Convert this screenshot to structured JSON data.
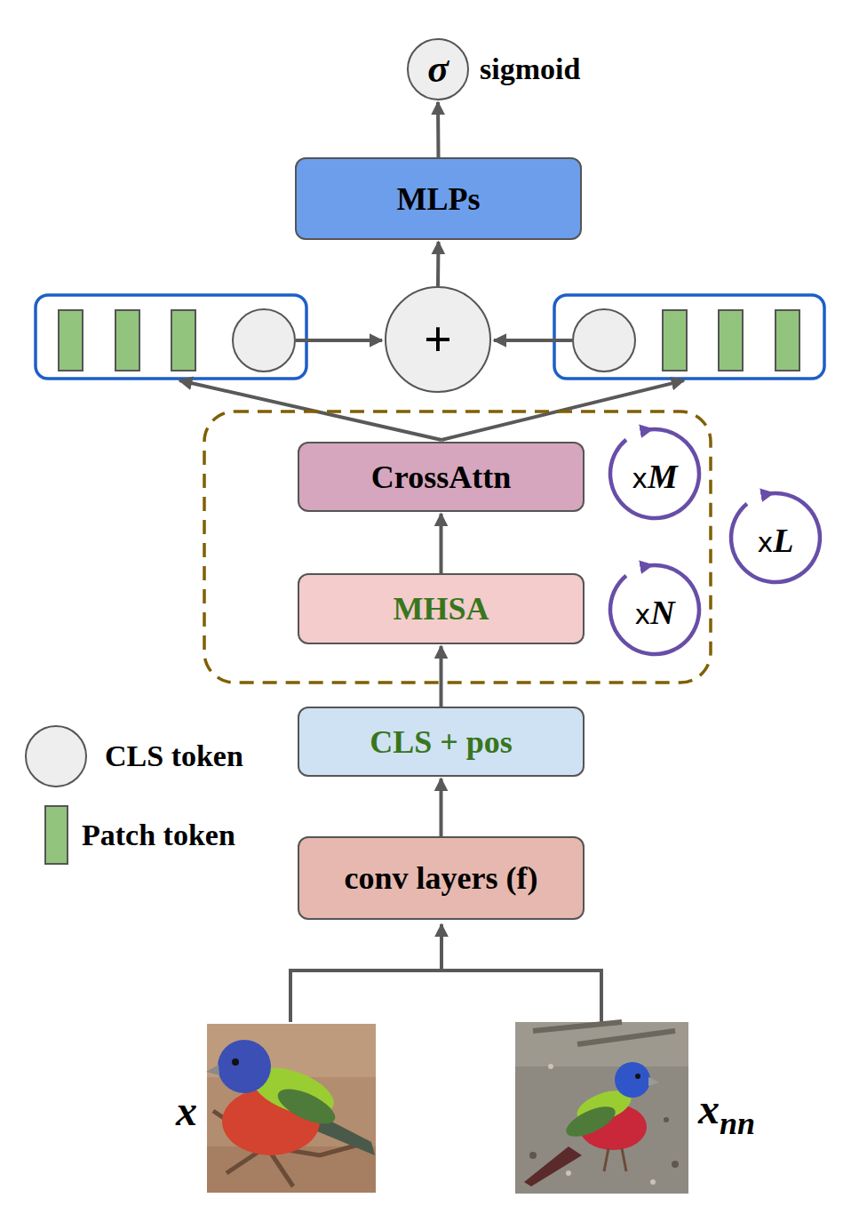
{
  "diagram": {
    "nodes": [
      {
        "text": [
          "σ",
          "sigmoid"
        ]
      },
      {
        "text": [
          "MLPs"
        ]
      },
      {
        "text": [
          "+"
        ]
      },
      {
        "text": [
          "CrossAttn"
        ]
      },
      {
        "text": [
          "MHSA"
        ]
      },
      {
        "text": [
          "CLS + pos"
        ]
      },
      {
        "text": [
          "conv layers (f)"
        ]
      }
    ],
    "edges": [
      {
        "from": 6,
        "to": 5,
        "arrow": "to"
      },
      {
        "from": 5,
        "to": 4,
        "arrow": "to"
      },
      {
        "from": 4,
        "to": 3,
        "arrow": "to"
      },
      {
        "from": 2,
        "to": 1,
        "arrow": "to"
      },
      {
        "from": 1,
        "to": 0,
        "arrow": "to"
      }
    ],
    "labels": [
      "x",
      "M",
      "x",
      "N",
      "x",
      "L",
      "x",
      "x",
      "nn"
    ],
    "legend": [
      {
        "text": "CLS token",
        "color": "#eeeeee"
      },
      {
        "text": "Patch token",
        "color": "#93c47d"
      }
    ]
  }
}
